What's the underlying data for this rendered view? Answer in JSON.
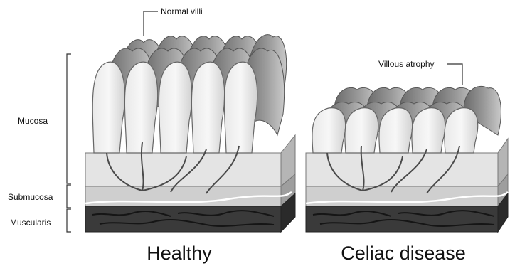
{
  "labels": {
    "normal_villi": "Normal villi",
    "villous_atrophy": "Villous atrophy",
    "mucosa": "Mucosa",
    "submucosa": "Submucosa",
    "muscularis": "Muscularis"
  },
  "panels": {
    "healthy": "Healthy",
    "celiac": "Celiac disease"
  }
}
